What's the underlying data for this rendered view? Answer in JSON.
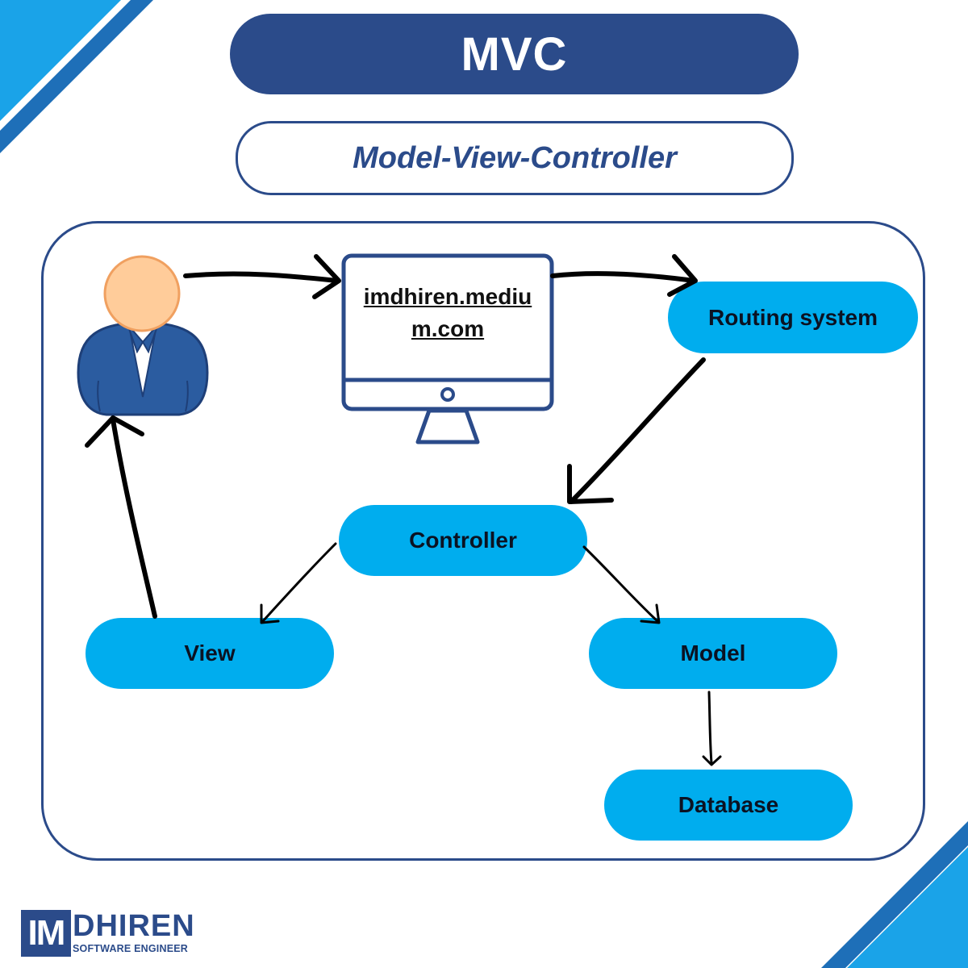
{
  "header": {
    "title": "MVC",
    "subtitle": "Model-View-Controller"
  },
  "diagram": {
    "website": "imdhiren.medium.com",
    "nodes": {
      "routing": "Routing system",
      "controller": "Controller",
      "view": "View",
      "model": "Model",
      "database": "Database"
    }
  },
  "logo": {
    "mark": "IM",
    "name": "DHIREN",
    "tagline": "SOFTWARE ENGINEER"
  },
  "colors": {
    "navy": "#2b4b8a",
    "node_blue": "#00adee",
    "corner_light": "#1aa3e8",
    "corner_dark": "#1e6fb8",
    "person_face": "#ffcc9a",
    "person_suit": "#2b5ca0"
  },
  "icons": [
    "person-icon",
    "monitor-icon",
    "arrow-icon"
  ]
}
